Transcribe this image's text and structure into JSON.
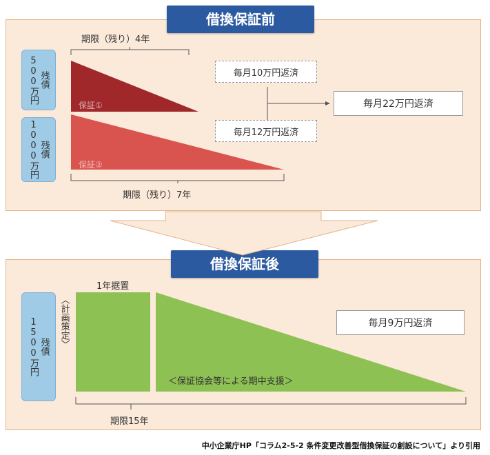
{
  "before": {
    "header": "借換保証前",
    "debt1": {
      "lines": [
        "残債",
        "500万円"
      ]
    },
    "debt2": {
      "lines": [
        "残債",
        "1000万円"
      ]
    },
    "term1": "期限（残り）4年",
    "term2": "期限（残り）7年",
    "guarantee1": "保証①",
    "guarantee2": "保証②",
    "pay1": "毎月10万円返済",
    "pay2": "毎月12万円返済",
    "pay_total": "毎月22万円返済"
  },
  "after": {
    "header": "借換保証後",
    "debt": {
      "lines": [
        "残債",
        "1500万円"
      ]
    },
    "deferment": "1年据置",
    "plan": "〈計画策定〉",
    "support": "＜保証協会等による期中支援＞",
    "term": "期限15年",
    "pay": "毎月9万円返済"
  },
  "footer": "中小企業庁HP「コラム2-5-2 条件変更改善型借換保証の創設について」より引用",
  "colors": {
    "header_bg": "#2c5aa0",
    "panel_bg": "#fbe9da",
    "debt_box": "#9fcbe6",
    "guarantee1": "#a0282a",
    "guarantee2": "#d9534f",
    "after_fill": "#8dc153"
  }
}
